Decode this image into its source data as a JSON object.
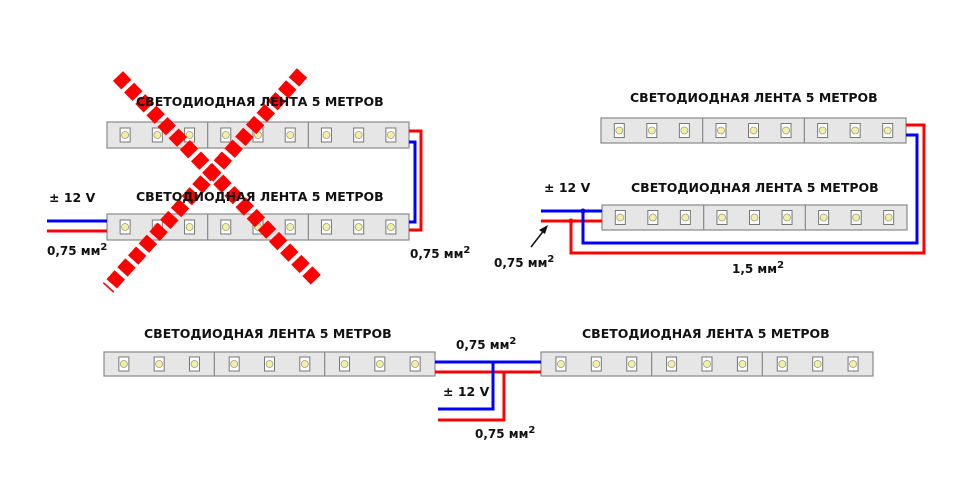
{
  "strip_label": "СВЕТОДИОДНАЯ ЛЕНТА 5 МЕТРОВ",
  "voltage": "± 12 V",
  "wire_small": "0,75 мм",
  "wire_large": "1,5 мм",
  "superscript": "2",
  "colors": {
    "positive": "#ff0000",
    "negative": "#0000ff",
    "strip": "#e6e6e6",
    "led": "#f5f0a0"
  },
  "diagrams": [
    {
      "name": "series-connection-wrong",
      "crossed_out": true
    },
    {
      "name": "parallel-connection-long-wire",
      "crossed_out": false
    },
    {
      "name": "center-feed-connection",
      "crossed_out": false
    }
  ]
}
